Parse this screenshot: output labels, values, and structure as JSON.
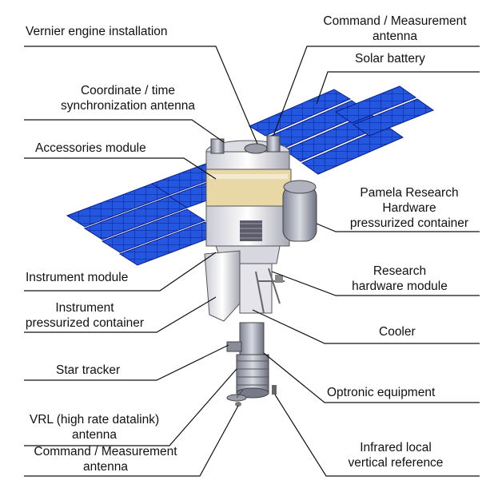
{
  "labels": {
    "vernier": "Vernier engine installation",
    "cmd_top_1": "Command / Measurement",
    "cmd_top_2": "antenna",
    "solar": "Solar battery",
    "coord_1": "Coordinate / time",
    "coord_2": "synchronization antenna",
    "accessories": "Accessories module",
    "pamela_1": "Pamela Research",
    "pamela_2": "Hardware",
    "pamela_3": "pressurized container",
    "instrument_module": "Instrument module",
    "research_1": "Research",
    "research_2": "hardware module",
    "instr_cont_1": "Instrument",
    "instr_cont_2": "pressurized container",
    "cooler": "Cooler",
    "star_tracker": "Star tracker",
    "optronic": "Optronic equipment",
    "vrl_1": "VRL (high rate datalink)",
    "vrl_2": "antenna",
    "cmd_bot_1": "Command / Measurement",
    "cmd_bot_2": "antenna",
    "ir_1": "Infrared local",
    "ir_2": "vertical reference"
  },
  "colors": {
    "panel": "#1f4fd6",
    "panel_grid": "#0b1f8a",
    "body_white": "#f2f2f2",
    "body_shade": "#b9b9c4",
    "gold": "#e8d8a6",
    "leader": "#111111"
  }
}
